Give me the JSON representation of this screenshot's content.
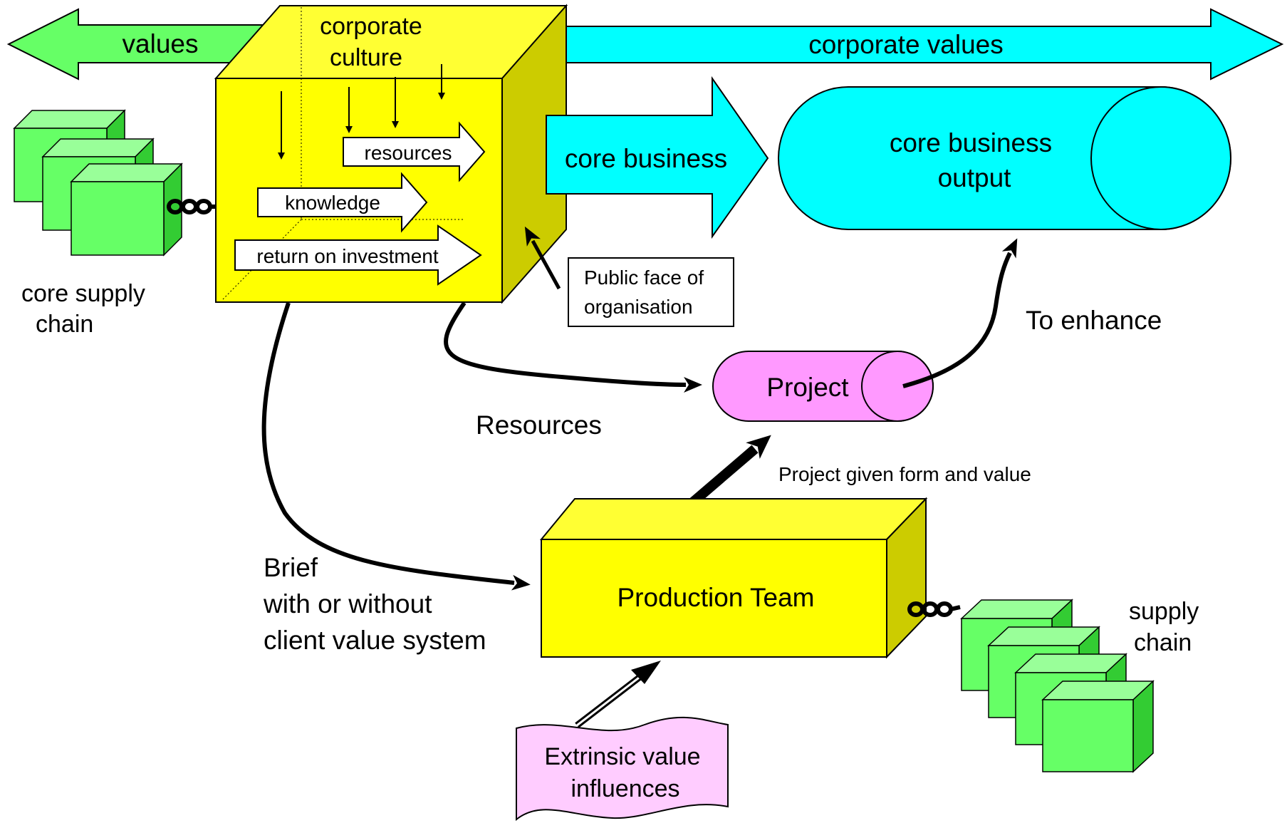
{
  "labels": {
    "values_arrow": "values",
    "corporate_values_arrow": "corporate values",
    "corporate_culture_line1": "corporate",
    "corporate_culture_line2": "culture",
    "resources_arrow": "resources",
    "knowledge_arrow": "knowledge",
    "roi_arrow": "return on investment",
    "core_business_arrow": "core business",
    "core_business_output_line1": "core business",
    "core_business_output_line2": "output",
    "core_supply_chain_line1": "core supply",
    "core_supply_chain_line2": "chain",
    "public_face_line1": "Public face of",
    "public_face_line2": "organisation",
    "to_enhance": "To enhance",
    "project": "Project",
    "resources_flow": "Resources",
    "project_given_form": "Project given form and value",
    "brief_line1": "Brief",
    "brief_line2": "with or without",
    "brief_line3": "client value system",
    "production_team": "Production Team",
    "supply_chain_line1": "supply",
    "supply_chain_line2": "chain",
    "extrinsic_line1": "Extrinsic value",
    "extrinsic_line2": "influences"
  },
  "colors": {
    "green_arrow": "#66ff66",
    "cyan": "#00ffff",
    "yellow_front": "#ffff00",
    "yellow_side": "#cccc00",
    "yellow_top": "#ffff33",
    "green_front": "#66ff66",
    "green_top": "#99ff99",
    "green_side": "#33cc33",
    "project_pink": "#ff99ff",
    "extrinsic_pink": "#ffccff"
  }
}
